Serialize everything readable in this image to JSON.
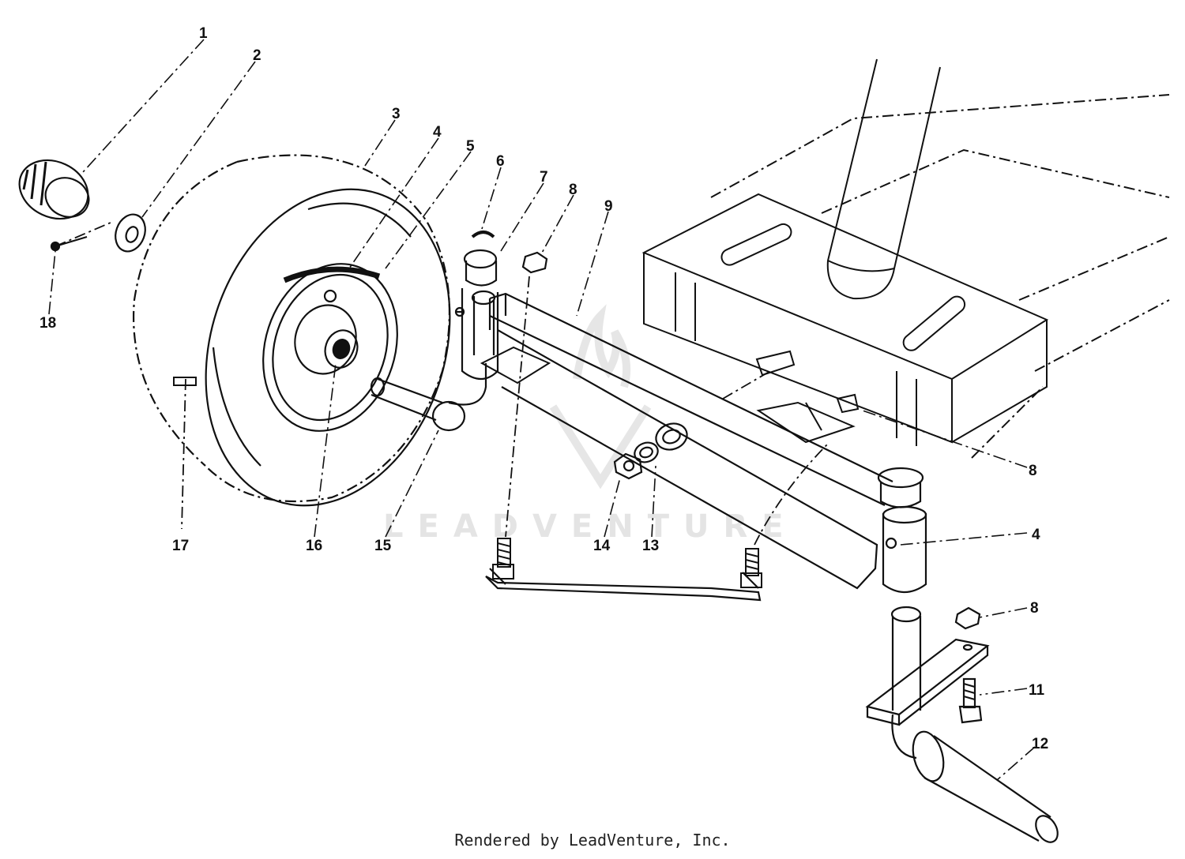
{
  "callouts": [
    "1",
    "2",
    "3",
    "4",
    "5",
    "6",
    "7",
    "8",
    "9",
    "8",
    "4",
    "8",
    "11",
    "12",
    "13",
    "14",
    "15",
    "16",
    "17",
    "18"
  ],
  "watermark": {
    "text": "LEADVENTURE",
    "color": "#e4e4e4"
  },
  "footer": {
    "text": "Rendered by LeadVenture, Inc."
  },
  "colors": {
    "line": "#111111",
    "background": "#ffffff"
  }
}
